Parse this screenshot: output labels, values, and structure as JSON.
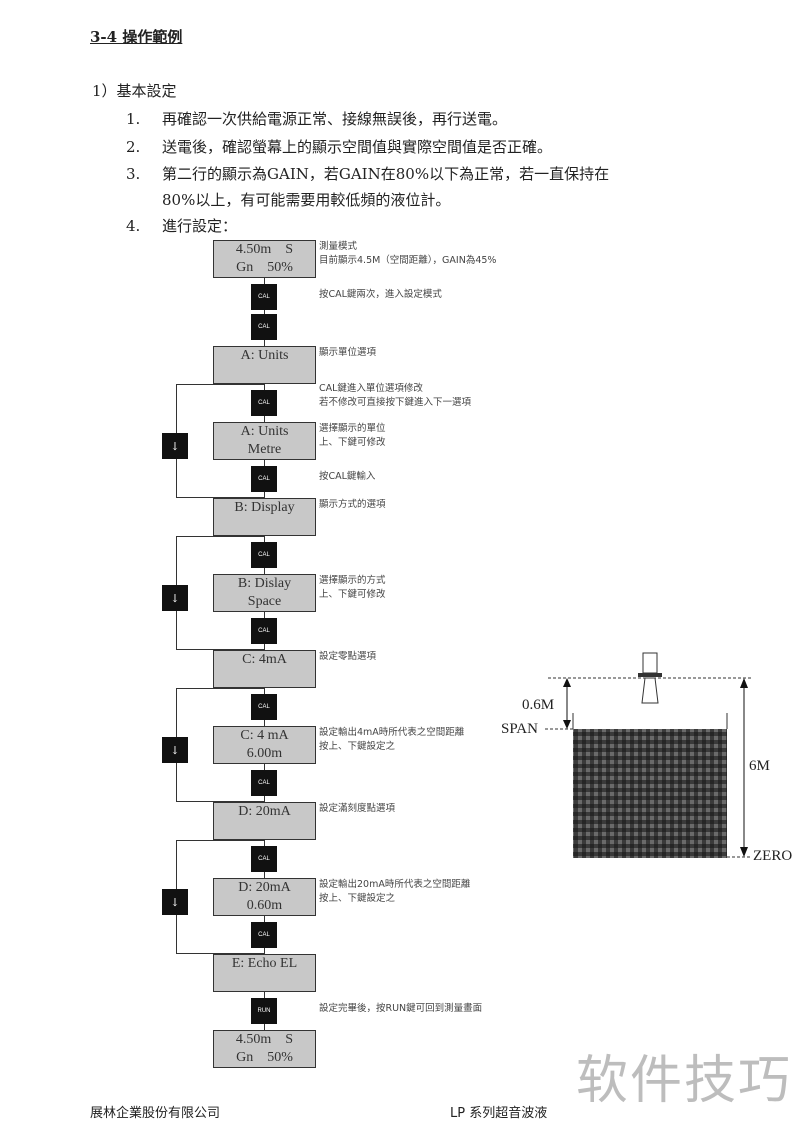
{
  "header": {
    "title": "3-4 操作範例"
  },
  "section": {
    "title": "1）基本設定"
  },
  "items": [
    {
      "num": "1.",
      "text": "再確認一次供給電源正常、接線無誤後，再行送電。"
    },
    {
      "num": "2.",
      "text": "送電後，確認螢幕上的顯示空間值與實際空間值是否正確。"
    },
    {
      "num": "3.",
      "text": "第二行的顯示為GAIN，若GAIN在80%以下為正常，若一直保持在",
      "cont": "80%以上，有可能需要用較低頻的液位計。"
    },
    {
      "num": "4.",
      "text": "進行設定："
    }
  ],
  "flow": [
    {
      "type": "display",
      "l1": "4.50m    S",
      "l2": "Gn    50%",
      "note": [
        "測量模式",
        "目前顯示4.5M（空間距離），GAIN為45%"
      ]
    },
    {
      "type": "key",
      "label": "CAL",
      "note": [
        "按CAL鍵兩次，進入設定模式"
      ]
    },
    {
      "type": "key",
      "label": "CAL"
    },
    {
      "type": "display",
      "l1": "A: Units",
      "note": [
        "顯示單位選項"
      ]
    },
    {
      "type": "key",
      "label": "CAL",
      "note": [
        "CAL鍵進入單位選項修改",
        "若不修改可直接按下鍵進入下一選項"
      ]
    },
    {
      "type": "display",
      "l1": "A: Units",
      "l2": "Metre",
      "note": [
        "選擇顯示的單位",
        "上、下鍵可修改"
      ]
    },
    {
      "type": "key",
      "label": "CAL",
      "note": [
        "按CAL鍵輸入"
      ]
    },
    {
      "type": "display",
      "l1": "B: Display",
      "note": [
        "顯示方式的選項"
      ]
    },
    {
      "type": "key",
      "label": "CAL"
    },
    {
      "type": "display",
      "l1": "B: Dislay",
      "l2": "Space",
      "note": [
        "選擇顯示的方式",
        "上、下鍵可修改"
      ]
    },
    {
      "type": "key",
      "label": "CAL"
    },
    {
      "type": "display",
      "l1": "C: 4mA",
      "note": [
        "設定零點選項"
      ]
    },
    {
      "type": "key",
      "label": "CAL"
    },
    {
      "type": "display",
      "l1": "C: 4 mA",
      "l2": "6.00m",
      "note": [
        "設定輸出4mA時所代表之空間距離",
        "按上、下鍵設定之"
      ]
    },
    {
      "type": "key",
      "label": "CAL"
    },
    {
      "type": "display",
      "l1": "D: 20mA",
      "note": [
        "設定滿刻度點選項"
      ]
    },
    {
      "type": "key",
      "label": "CAL"
    },
    {
      "type": "display",
      "l1": "D: 20mA",
      "l2": "0.60m",
      "note": [
        "設定輸出20mA時所代表之空間距離",
        "按上、下鍵設定之"
      ]
    },
    {
      "type": "key",
      "label": "CAL"
    },
    {
      "type": "display",
      "l1": "E: Echo EL"
    },
    {
      "type": "key",
      "label": "RUN",
      "note": [
        "設定完畢後，按RUN鍵可回到測量畫面"
      ]
    },
    {
      "type": "display",
      "l1": "4.50m    S",
      "l2": "Gn    50%"
    }
  ],
  "down_key": "↓",
  "tank": {
    "span_dist": "0.6M",
    "span": "SPAN",
    "full": "6M",
    "zero": "ZERO"
  },
  "watermark": "软件技巧",
  "footer": {
    "company": "展林企業股份有限公司",
    "product": "LP 系列超音波液"
  }
}
